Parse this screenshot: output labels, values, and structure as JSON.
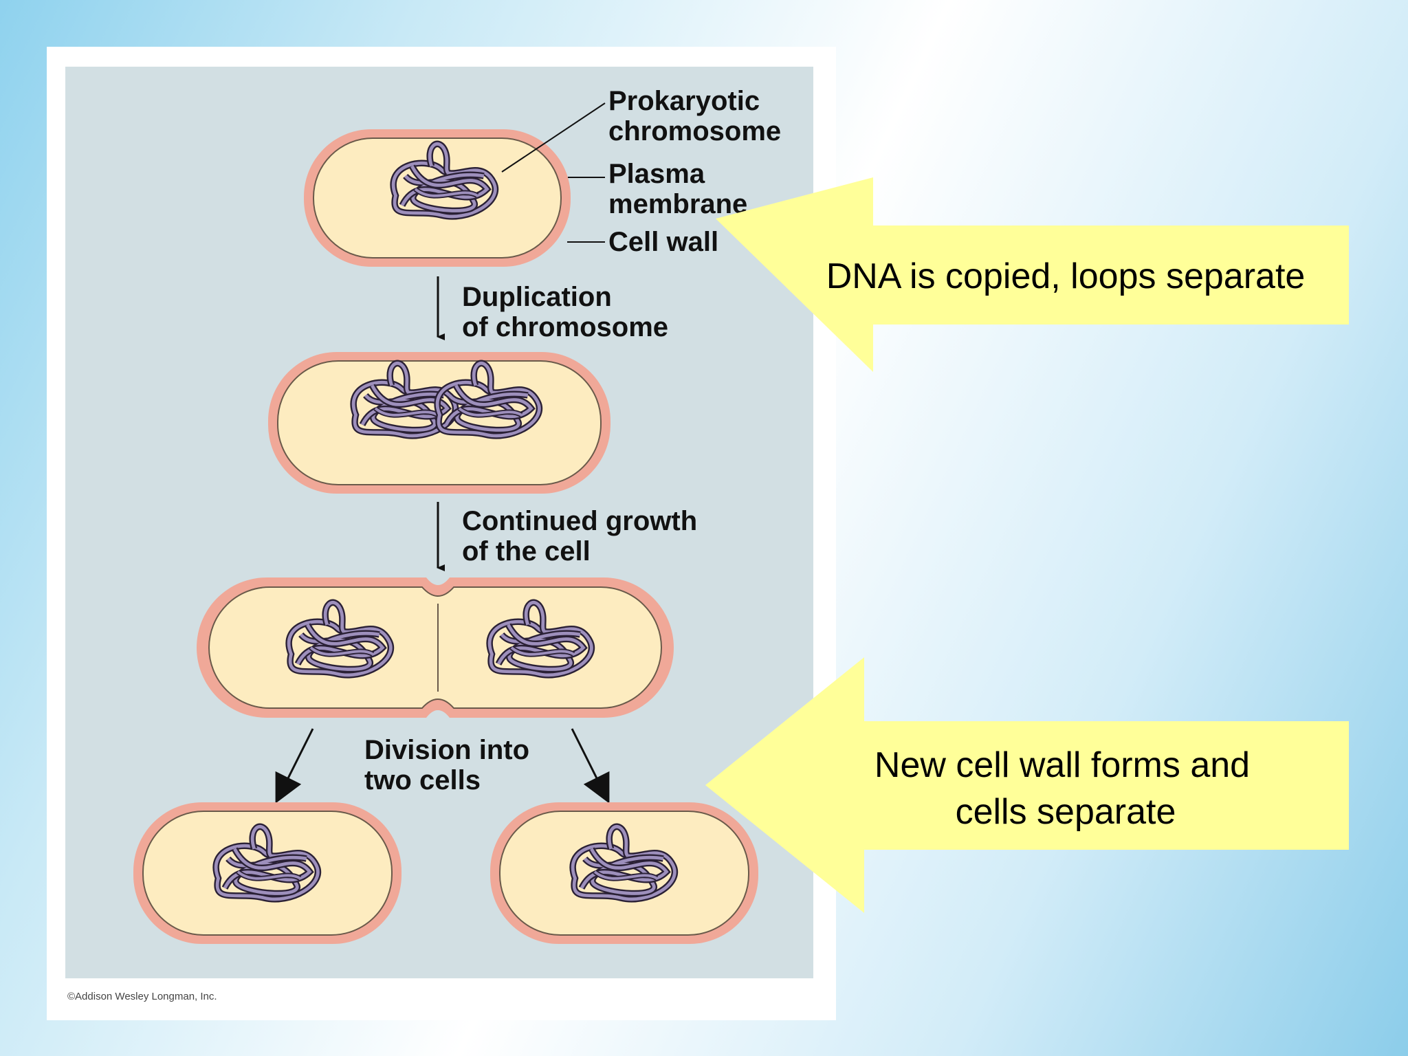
{
  "figure": {
    "labels": {
      "prokaryotic_chromosome": [
        "Prokaryotic",
        "chromosome"
      ],
      "plasma_membrane": [
        "Plasma",
        "membrane"
      ],
      "cell_wall": "Cell wall"
    },
    "steps": {
      "duplication": [
        "Duplication",
        "of chromosome"
      ],
      "growth": [
        "Continued growth",
        "of the cell"
      ],
      "division": [
        "Division into",
        "two cells"
      ]
    },
    "copyright": "©Addison Wesley Longman, Inc."
  },
  "callouts": [
    {
      "lines": [
        "DNA is copied, loops separate"
      ]
    },
    {
      "lines": [
        "New cell wall forms and",
        "cells separate"
      ]
    }
  ],
  "colors": {
    "figure_background": "#d2dfe3",
    "cell_wall": "#f0a898",
    "cytoplasm": "#fdecc0",
    "chromosome": "#8c7fa8",
    "callout_fill": "#ffff99"
  }
}
